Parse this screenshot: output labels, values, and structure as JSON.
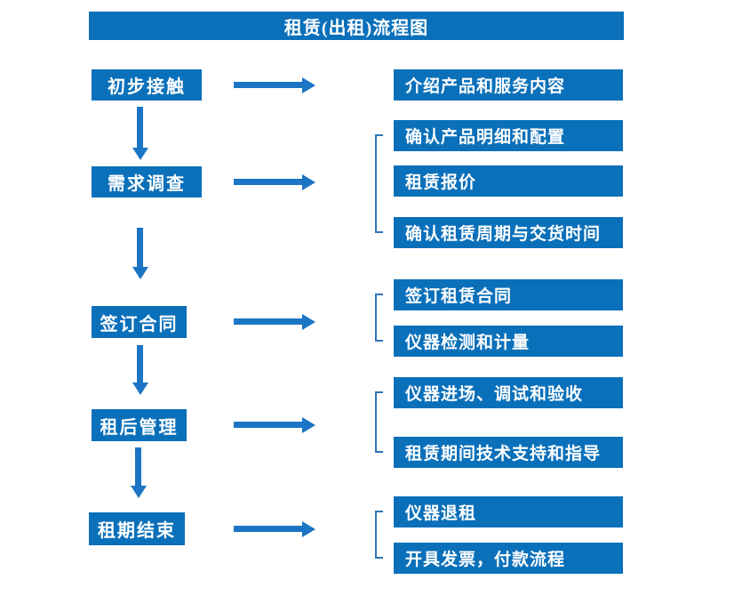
{
  "title": "租赁(出租)流程图",
  "colors": {
    "box_blue": "#0b70ba",
    "arrow_blue": "#1b75c4",
    "bracket_blue": "#2e74b5",
    "text_white": "#ffffff",
    "background": "#ffffff"
  },
  "steps": [
    {
      "label": "初步接触",
      "details": [
        "介绍产品和服务内容"
      ]
    },
    {
      "label": "需求调查",
      "details": [
        "确认产品明细和配置",
        "租赁报价",
        "确认租赁周期与交货时间"
      ]
    },
    {
      "label": "签订合同",
      "details": [
        "签订租赁合同",
        "仪器检测和计量"
      ]
    },
    {
      "label": "租后管理",
      "details": [
        "仪器进场、调试和验收",
        "租赁期间技术支持和指导"
      ]
    },
    {
      "label": "租期结束",
      "details": [
        "仪器退租",
        "开具发票，付款流程"
      ]
    }
  ]
}
